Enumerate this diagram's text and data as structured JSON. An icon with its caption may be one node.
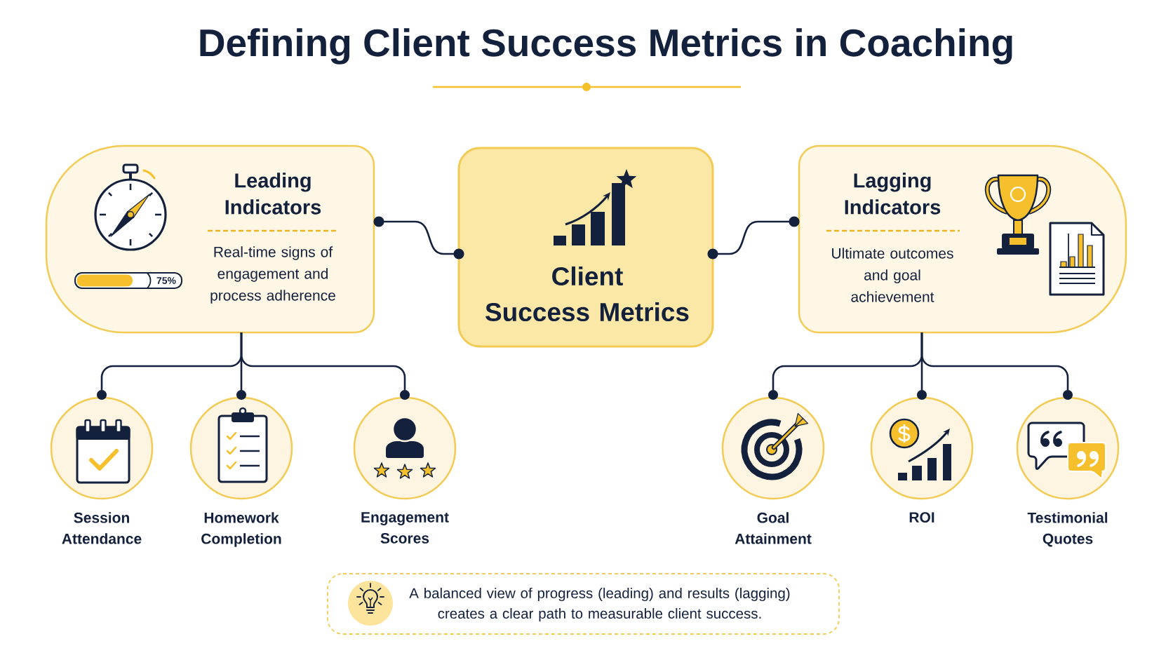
{
  "diagram": {
    "title": "Defining Client Success Metrics in Coaching",
    "nodes": [
      {
        "text": [
          "Leading Indicators",
          "75%",
          "Real-time signs of engagement and process adherence"
        ]
      },
      {
        "text": [
          "Client Success Metrics"
        ]
      },
      {
        "text": [
          "Lagging Indicators",
          "Ultimate outcomes and goal achievement"
        ]
      },
      {
        "text": [
          "Session Attendance"
        ]
      },
      {
        "text": [
          "Homework Completion"
        ]
      },
      {
        "text": [
          "Engagement Scores"
        ]
      },
      {
        "text": [
          "Goal Attainment"
        ]
      },
      {
        "text": [
          "ROI"
        ]
      },
      {
        "text": [
          "Testimonial Quotes"
        ]
      },
      {
        "text": [
          "A balanced view of progress (leading) and results (lagging) creates a clear path to measurable client success."
        ]
      }
    ],
    "edges": [
      {
        "from": 0,
        "to": 1,
        "arrow": "other"
      },
      {
        "from": 1,
        "to": 2,
        "arrow": "other"
      },
      {
        "from": 0,
        "to": 3,
        "arrow": "other"
      },
      {
        "from": 0,
        "to": 4,
        "arrow": "other"
      },
      {
        "from": 0,
        "to": 5,
        "arrow": "other"
      },
      {
        "from": 2,
        "to": 6,
        "arrow": "other"
      },
      {
        "from": 2,
        "to": 7,
        "arrow": "other"
      },
      {
        "from": 2,
        "to": 8,
        "arrow": "other"
      }
    ]
  }
}
